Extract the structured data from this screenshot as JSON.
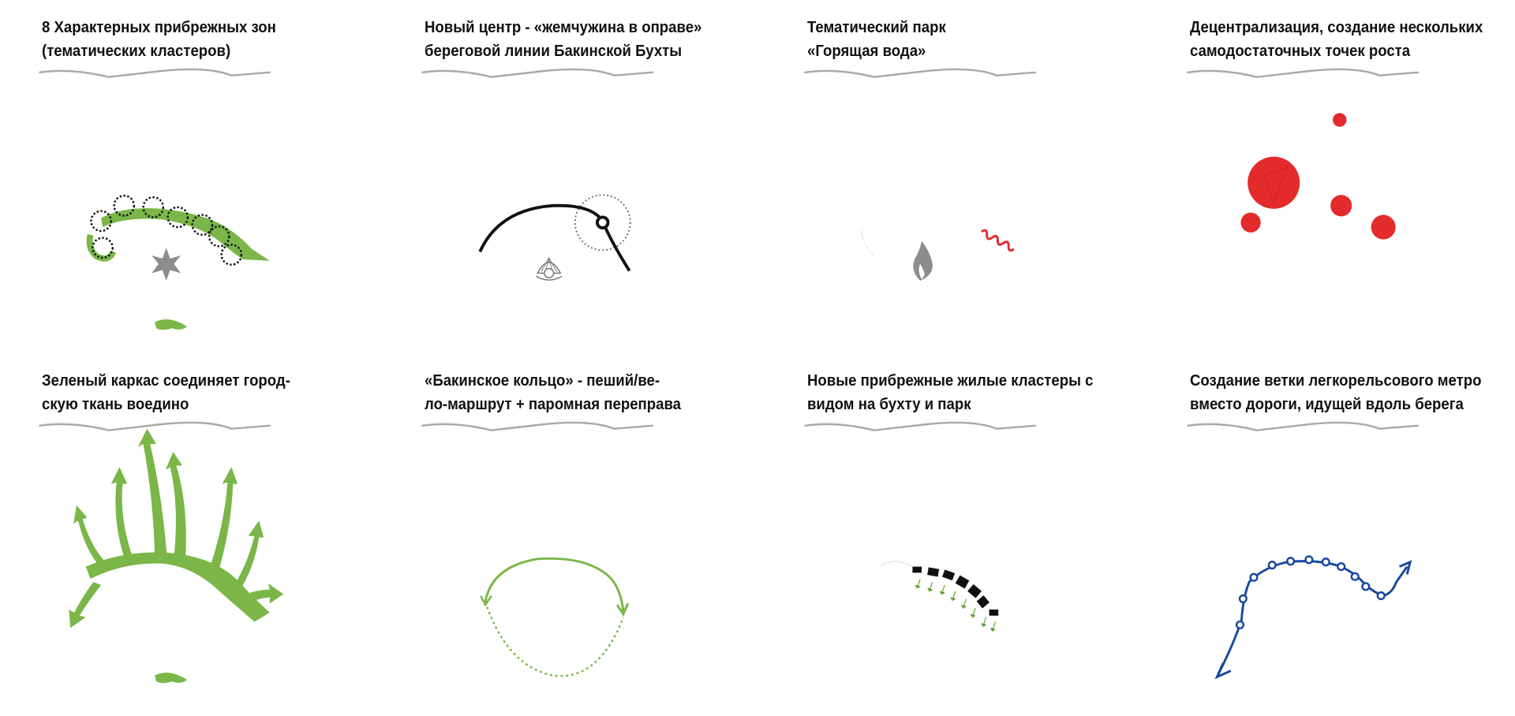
{
  "colors": {
    "road": "#a9a9a9",
    "road_minor": "#c9c9c9",
    "water": "#8ec3e6",
    "green": "#7ab648",
    "red": "#e32b2b",
    "black": "#111111",
    "blue": "#17479e",
    "star": "#8d8d8d"
  },
  "panels": [
    {
      "id": "p1",
      "lines": [
        "8 Характерных прибрежных зон",
        "(тематических кластеров)"
      ],
      "icon": "star-icon"
    },
    {
      "id": "p2",
      "lines": [
        "Новый центр - «жемчужина в оправе»",
        "береговой линии Бакинской Бухты"
      ],
      "icon": "pearl-shell-icon"
    },
    {
      "id": "p3",
      "lines": [
        "Тематический парк",
        "«Горящая вода»"
      ],
      "icon": "flame-icon"
    },
    {
      "id": "p4",
      "lines": [
        "Децентрализация, создание нескольких",
        "самодостаточных точек роста"
      ],
      "icon": "growth-points-icon"
    },
    {
      "id": "p5",
      "lines": [
        "Зеленый каркас соединяет город-",
        "скую ткань воедино"
      ],
      "icon": "green-arrows-icon"
    },
    {
      "id": "p6",
      "lines": [
        "«Бакинское кольцо» - пеший/ве-",
        "ло-маршрут + паромная переправа"
      ],
      "icon": "ring-route-icon"
    },
    {
      "id": "p7",
      "lines": [
        "Новые прибрежные жилые кластеры с",
        "видом на бухту и парк"
      ],
      "icon": "housing-cluster-icon"
    },
    {
      "id": "p8",
      "lines": [
        "Создание ветки легкорельсового метро",
        "вместо дороги, идущей вдоль берега"
      ],
      "icon": "metro-line-icon"
    }
  ]
}
